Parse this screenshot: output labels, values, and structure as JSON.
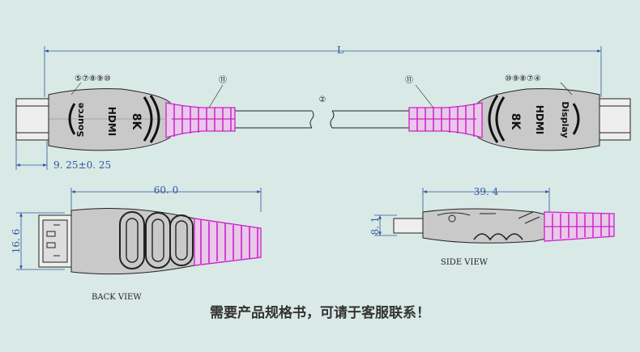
{
  "top_view": {
    "length_label": "L",
    "offset_dim": "9. 25±0. 25",
    "cable_callout": "②",
    "callout_left": "⑪",
    "callout_right": "⑪",
    "left_numbers": "⑤⑦⑧⑨⑩",
    "right_numbers": "⑩⑨⑧⑦④",
    "left_logo": "HDMI",
    "left_res": "8K",
    "left_side": "Source",
    "right_logo": "HDMI",
    "right_res": "8K",
    "right_side": "Display"
  },
  "back_view": {
    "title": "BACK VIEW",
    "width_dim": "60. 0",
    "height_dim": "16. 6"
  },
  "side_view": {
    "title": "SIDE VIEW",
    "width_dim": "39. 4",
    "height_dim": "8. 1"
  },
  "notice": "需要产品规格书，可请于客服联系！",
  "colors": {
    "background": "#d9e9e6",
    "dimension": "#2e56a0",
    "magenta": "#cc22cc",
    "body": "#c9c9c9"
  }
}
